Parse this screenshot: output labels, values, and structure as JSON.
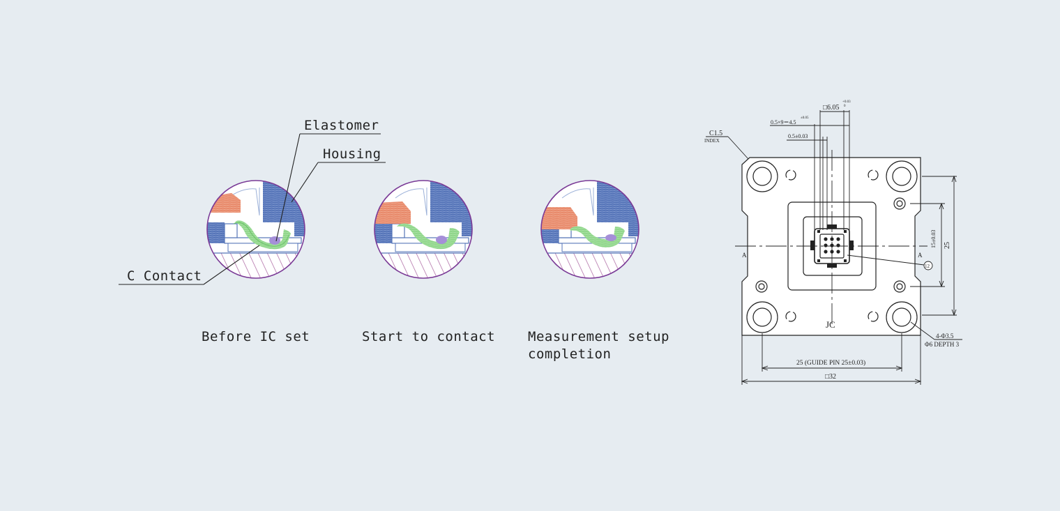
{
  "labels": {
    "elastomer": "Elastomer",
    "housing": "Housing",
    "c_contact": "C Contact"
  },
  "stages": [
    {
      "caption_line1": "Before IC set",
      "caption_line2": ""
    },
    {
      "caption_line1": "Start to contact",
      "caption_line2": ""
    },
    {
      "caption_line1": "Measurement setup",
      "caption_line2": "completion"
    }
  ],
  "drawing": {
    "c15": "C1.5",
    "index": "INDEX",
    "sq605": "□6.05",
    "tol_605_top": "+0.03",
    "tol_605_bot": "0",
    "tol_05_top": "±0.05",
    "pitch": "0.5×9＝4.5",
    "pad": "0.5±0.03",
    "dim15": "15±0.03",
    "dim25v": "25",
    "section_a": "A",
    "jc": "JC",
    "holes": "4-Φ3.5",
    "depth": "Φ6  DEPTH  3",
    "balloon": "12",
    "guide": "25 (GUIDE  PIN  25±0.03)",
    "sq32": "□32"
  },
  "colors": {
    "background": "#e6ecf1",
    "circle_outline": "#7a3a96",
    "housing_blue": "#5574b8",
    "ic_orange": "#e8896a",
    "contact_green": "#8fd68a",
    "elastomer_purple": "#a58fd8",
    "base_hatch": "#a8609e",
    "line": "#222222"
  }
}
